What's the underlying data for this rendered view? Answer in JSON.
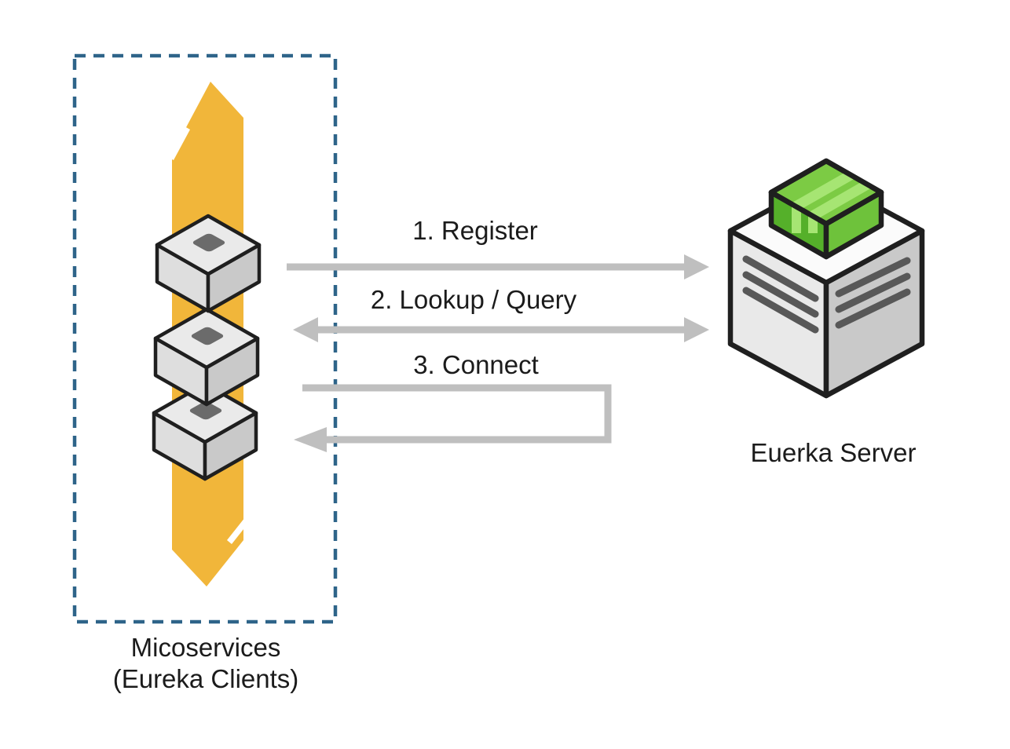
{
  "diagram": {
    "type": "architecture-flow",
    "clients_group": {
      "label_line1": "Micoservices",
      "label_line2": "(Eureka Clients)",
      "microservice_count": 3
    },
    "server": {
      "label": "Euerka Server"
    },
    "interactions": [
      {
        "step": 1,
        "label": "1. Register",
        "direction": "clients-to-server"
      },
      {
        "step": 2,
        "label": "2. Lookup / Query",
        "direction": "bidirectional"
      },
      {
        "step": 3,
        "label": "3. Connect",
        "direction": "server-loopback-to-clients"
      }
    ],
    "icons": {
      "microservice": "cube-icon",
      "server": "server-cube-icon",
      "package": "package-box-icon",
      "scaling": "up-down-arrow-icon",
      "boundary": "dashed-boundary-box"
    },
    "colors": {
      "background": "#FFFFFF",
      "boundary_blue": "#2E6489",
      "flow_orange": "#F1B63A",
      "arrow_gray": "#BFBFBF",
      "outline_dark": "#1F1F1F",
      "text_dark": "#1B1B1B",
      "cube_top": "#EAEAEA",
      "cube_left": "#DEDEDE",
      "cube_right": "#C9C9C9",
      "cube_port_gray": "#6B6B6B",
      "server_top": "#FBFBFB",
      "server_left": "#E9E9E9",
      "server_right": "#C9C9C9",
      "vent_gray": "#585858",
      "pkg_top": "#7CCB44",
      "pkg_left": "#55B02A",
      "pkg_right": "#6EC23B",
      "pkg_stripe": "#A6E573"
    }
  }
}
